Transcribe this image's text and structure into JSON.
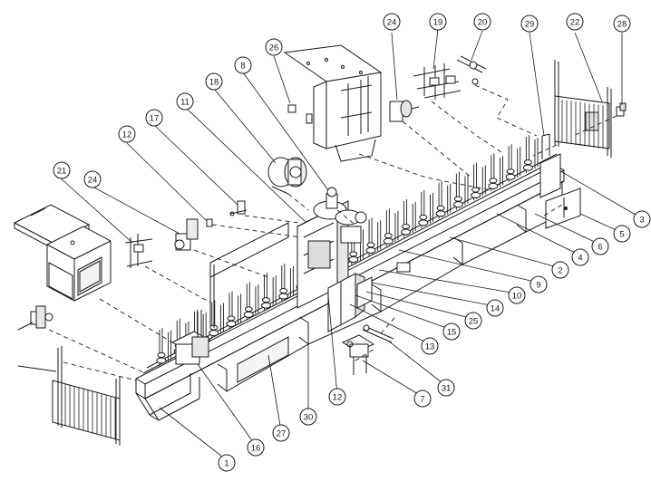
{
  "diagram": {
    "type": "exploded-assembly-drawing",
    "line_color": "#1a1a1a",
    "callouts": [
      {
        "id": "c1",
        "label": "1"
      },
      {
        "id": "c2",
        "label": "2"
      },
      {
        "id": "c3",
        "label": "3"
      },
      {
        "id": "c4",
        "label": "4"
      },
      {
        "id": "c5",
        "label": "5"
      },
      {
        "id": "c6",
        "label": "6"
      },
      {
        "id": "c7",
        "label": "7"
      },
      {
        "id": "c8",
        "label": "8"
      },
      {
        "id": "c9",
        "label": "9"
      },
      {
        "id": "c10",
        "label": "10"
      },
      {
        "id": "c11",
        "label": "11"
      },
      {
        "id": "c12a",
        "label": "12"
      },
      {
        "id": "c12b",
        "label": "12"
      },
      {
        "id": "c13",
        "label": "13"
      },
      {
        "id": "c14",
        "label": "14"
      },
      {
        "id": "c15",
        "label": "15"
      },
      {
        "id": "c16",
        "label": "16"
      },
      {
        "id": "c17",
        "label": "17"
      },
      {
        "id": "c18",
        "label": "18"
      },
      {
        "id": "c19",
        "label": "19"
      },
      {
        "id": "c20",
        "label": "20"
      },
      {
        "id": "c21",
        "label": "21"
      },
      {
        "id": "c22",
        "label": "22"
      },
      {
        "id": "c24a",
        "label": "24"
      },
      {
        "id": "c24b",
        "label": "24"
      },
      {
        "id": "c25",
        "label": "25"
      },
      {
        "id": "c26",
        "label": "26"
      },
      {
        "id": "c27",
        "label": "27"
      },
      {
        "id": "c28",
        "label": "28"
      },
      {
        "id": "c29",
        "label": "29"
      },
      {
        "id": "c30",
        "label": "30"
      },
      {
        "id": "c31",
        "label": "31"
      }
    ]
  }
}
